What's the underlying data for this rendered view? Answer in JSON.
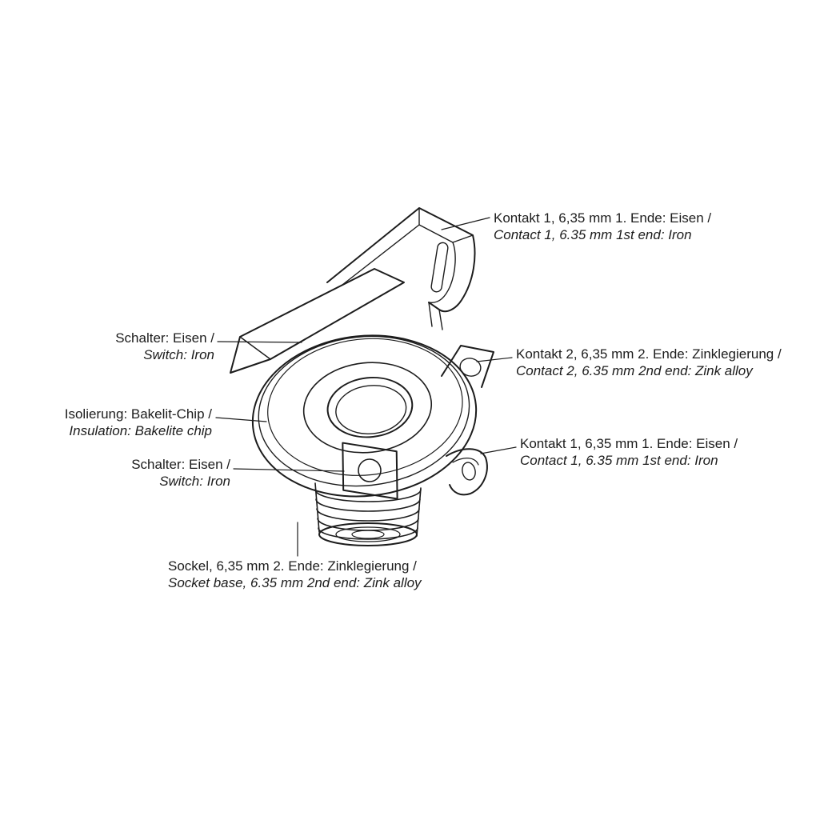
{
  "colors": {
    "line": "#1c1c1c",
    "text": "#1c1c1c",
    "background": "#ffffff"
  },
  "labels": [
    {
      "id": "contact1-top",
      "de": "Kontakt 1, 6,35 mm 1. Ende: Eisen /",
      "en": "Contact 1, 6.35 mm 1st end: Iron"
    },
    {
      "id": "switch-upper",
      "de": "Schalter: Eisen /",
      "en": "Switch: Iron"
    },
    {
      "id": "contact2",
      "de": "Kontakt 2, 6,35 mm 2. Ende: Zinklegierung /",
      "en": "Contact 2, 6.35 mm 2nd end: Zink alloy"
    },
    {
      "id": "insulation",
      "de": "Isolierung: Bakelit-Chip /",
      "en": "Insulation: Bakelite chip"
    },
    {
      "id": "switch-lower",
      "de": "Schalter: Eisen /",
      "en": "Switch: Iron"
    },
    {
      "id": "contact1-side",
      "de": "Kontakt 1, 6,35 mm 1. Ende: Eisen /",
      "en": "Contact 1, 6.35 mm 1st end: Iron"
    },
    {
      "id": "socket-base",
      "de": "Sockel, 6,35 mm 2. Ende: Zinklegierung /",
      "en": "Socket base, 6.35 mm 2nd end: Zink alloy"
    }
  ]
}
